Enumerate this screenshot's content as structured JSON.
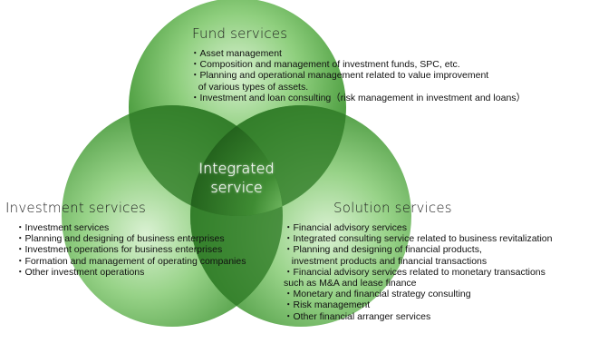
{
  "colors": {
    "circle_light": "#c6e8bd",
    "circle_mid": "#6fbf5b",
    "circle_dark": "#2e7a26",
    "overlap": "#1f5e1a"
  },
  "center": {
    "line1": "Integrated",
    "line2": "service"
  },
  "fund": {
    "title": "Fund services",
    "items": [
      "・Asset management",
      "・Composition and management of investment funds, SPC, etc.",
      "・Planning and operational management related to value improvement",
      "   of various types of assets.",
      "・Investment and loan consulting（risk management in investment and loans）"
    ]
  },
  "investment": {
    "title": "Investment services",
    "items": [
      "・Investment services",
      "・Planning and designing of business enterprises",
      "・Investment operations for business enterprises",
      "・Formation and management of operating companies",
      "・Other investment operations"
    ]
  },
  "solution": {
    "title": "Solution services",
    "items": [
      "・Financial advisory services",
      "・Integrated consulting service related to business revitalization",
      "・Planning and designing of financial products,",
      "   investment products and financial transactions",
      "・Financial advisory services related to monetary transactions",
      "such as M&A and lease finance",
      "・Monetary and financial strategy consulting",
      "・Risk management",
      "・Other financial arranger services"
    ]
  }
}
